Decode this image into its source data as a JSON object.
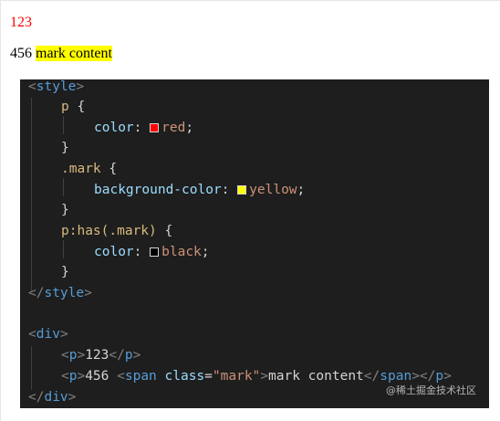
{
  "render": {
    "line1": "123",
    "line2_prefix": "456 ",
    "line2_mark": "mark content"
  },
  "code": {
    "lt": "<",
    "gt": ">",
    "lt_slash": "</",
    "style_tag": "style",
    "p_selector": "p",
    "open_brace": " {",
    "close_brace": "}",
    "color_prop": "color",
    "bg_prop": "background-color",
    "colon": ": ",
    "semicolon": ";",
    "red": "red",
    "yellow": "yellow",
    "black": "black",
    "mark_selector": ".mark",
    "has_selector": "p:has(.mark)",
    "div_tag": "div",
    "p_tag": "p",
    "span_tag": "span",
    "p1_text": "123",
    "p2_text": "456 ",
    "span_attr": "class",
    "equals": "=",
    "span_attr_value": "\"mark\"",
    "span_text": "mark content"
  },
  "swatch_colors": {
    "red": "#ff0000",
    "yellow": "#ffff00",
    "black": "#000000"
  },
  "watermark": "@稀土掘金技术社区"
}
